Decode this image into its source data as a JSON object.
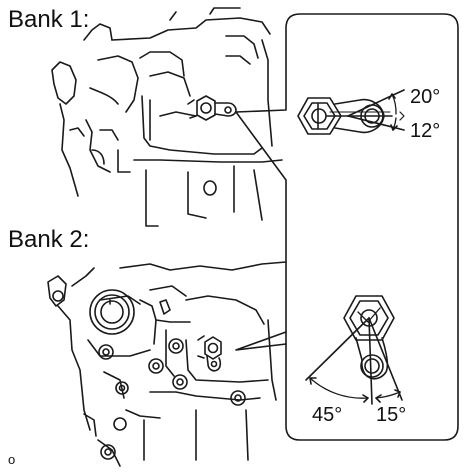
{
  "labels": {
    "bank1": "Bank 1:",
    "bank2": "Bank 2:",
    "angle_20": "20°",
    "angle_12": "12°",
    "angle_45": "45°",
    "angle_15": "15°",
    "figure_code": "o"
  },
  "colors": {
    "line": "#1a1a1a",
    "background": "#ffffff"
  }
}
